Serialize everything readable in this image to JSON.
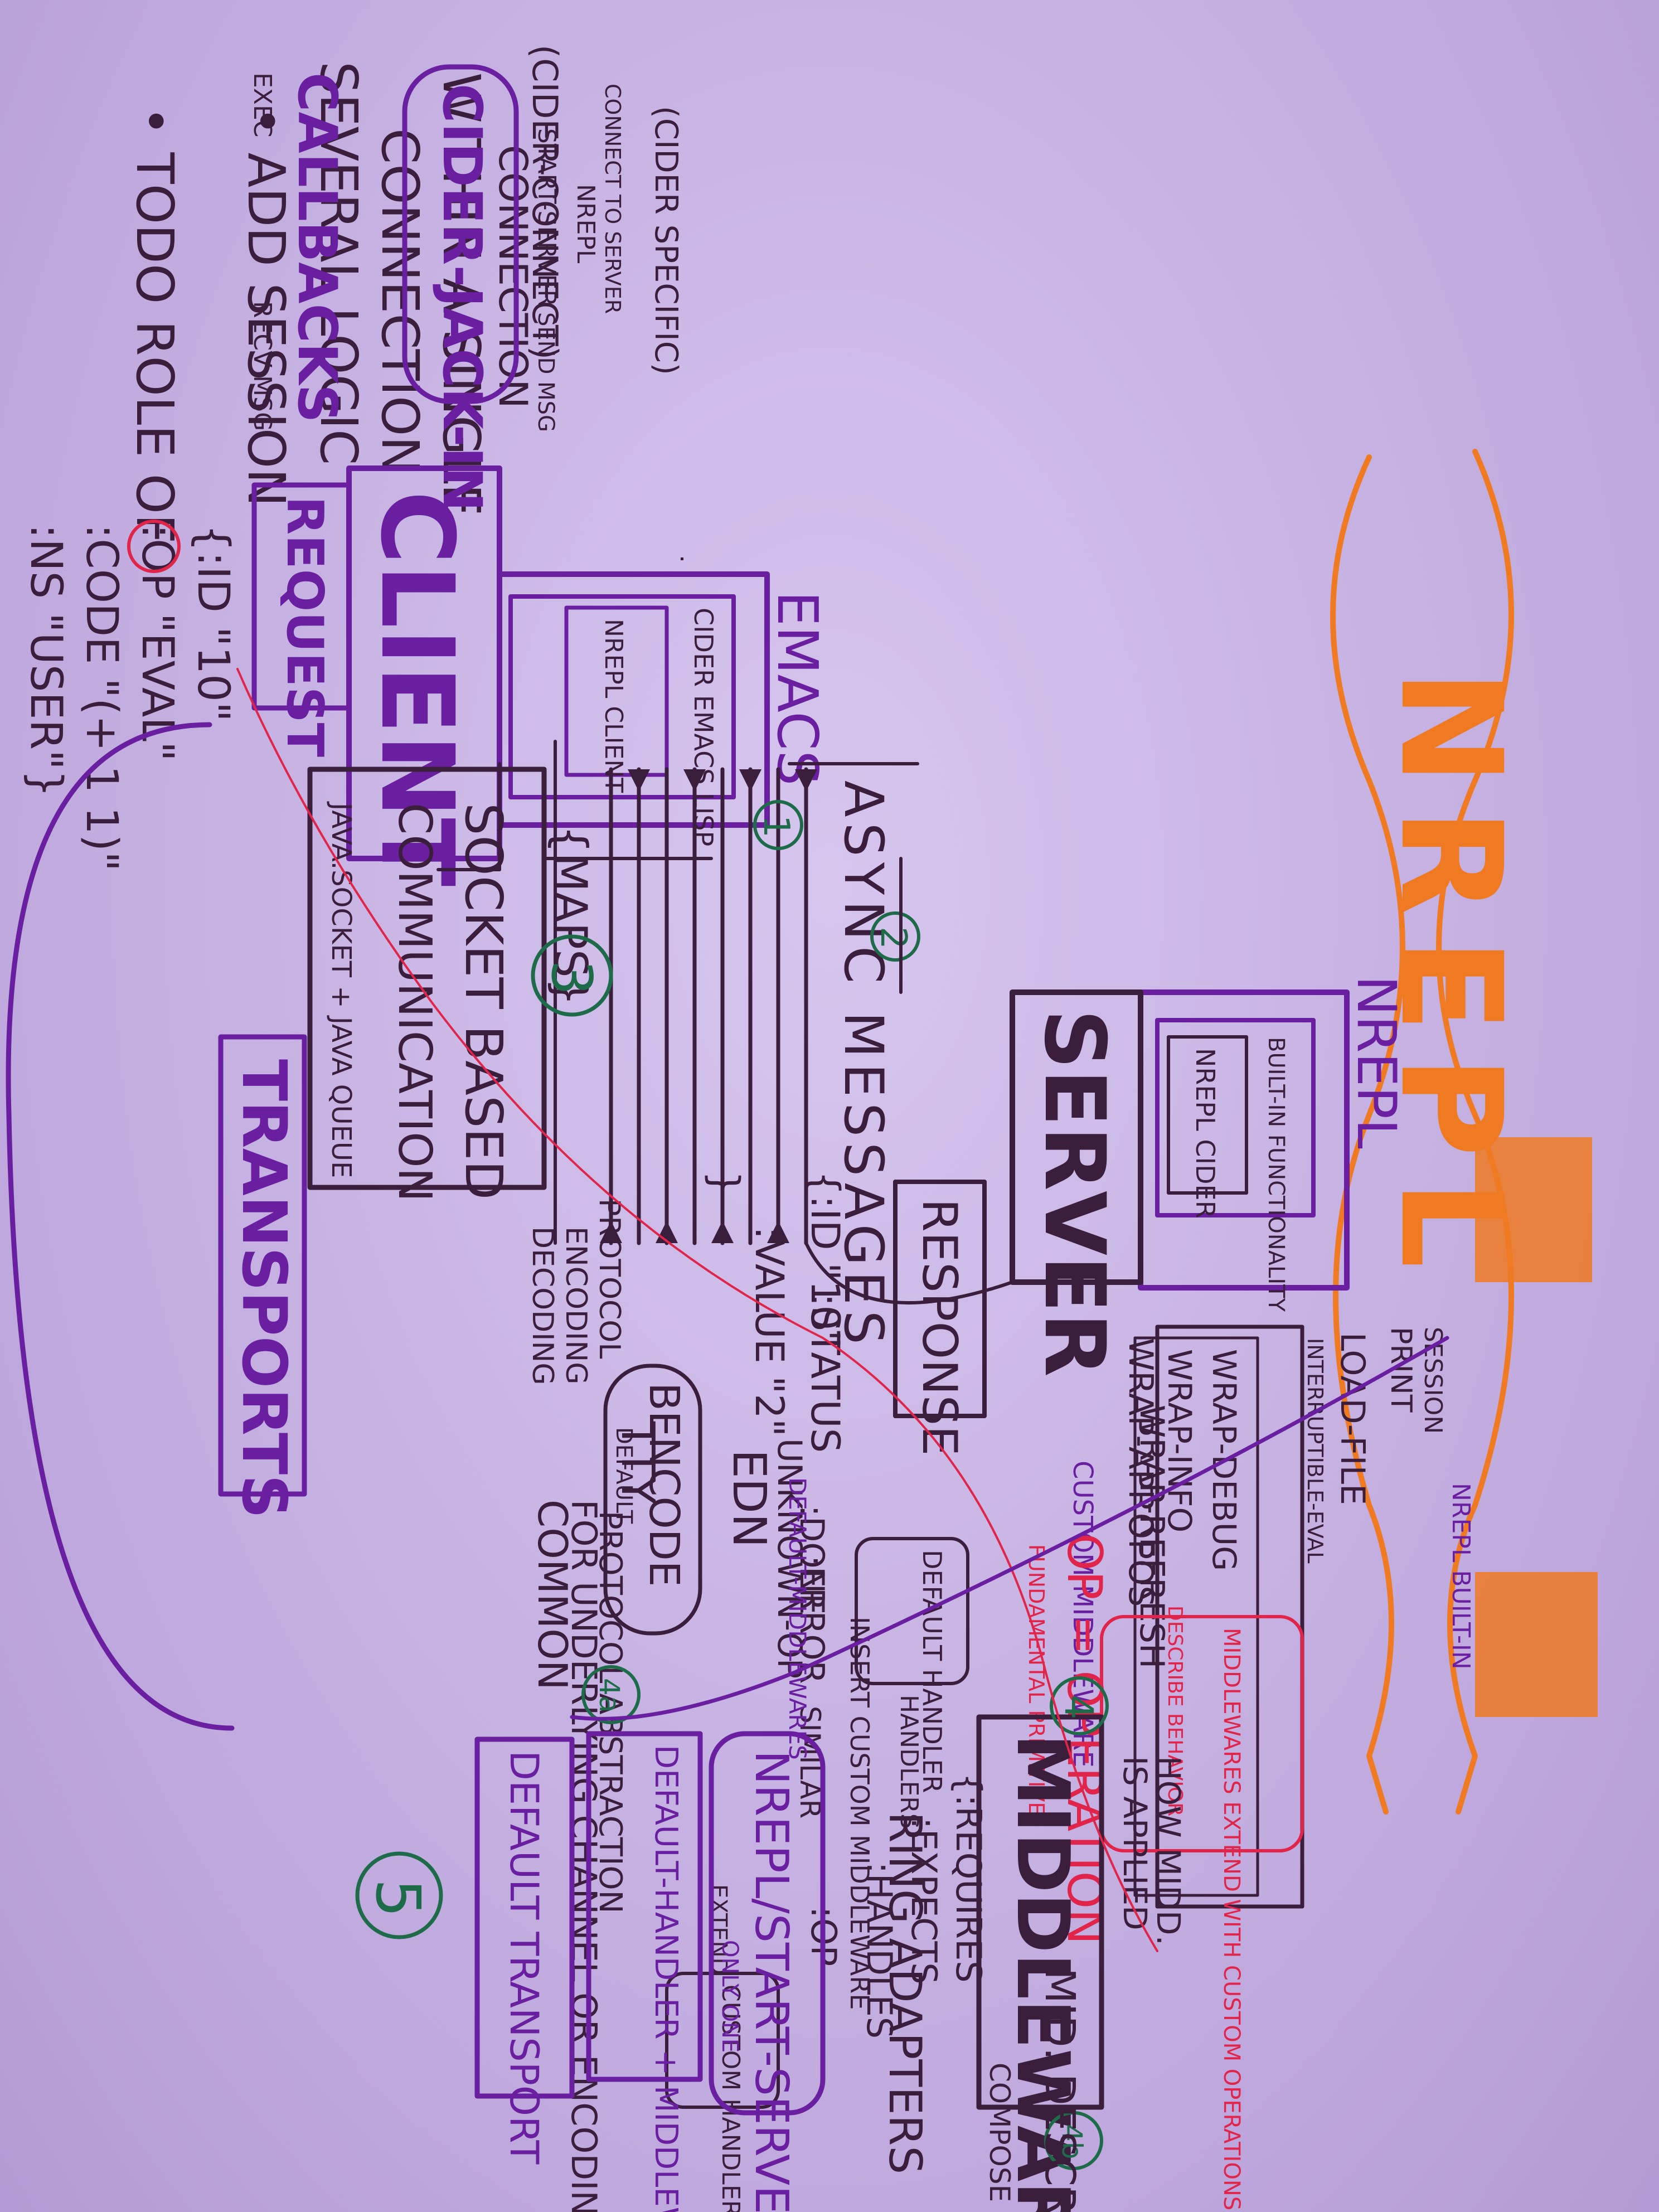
{
  "title": "NREPL",
  "colors": {
    "paper": "#cdbbe8",
    "ink_dark": "#3a1e3c",
    "ink_purple": "#6a1fa0",
    "ink_orange": "#f07a22",
    "ink_red": "#e0244a",
    "ink_green": "#1e6b4a"
  },
  "notes": {
    "todo": "• TODO ROLE OF",
    "todo2": "• ADD SESSION",
    "several_logic": "SEVERAL LOGIC",
    "connection": "CONNECTION",
    "within": "WITHIN A SINGLE",
    "connection2": "CONNECTION"
  },
  "emacs": {
    "label": "EMACS",
    "cider_connect": "(CIDER-CONNECT)",
    "connect_to_server": "CONNECT TO SERVER",
    "cider_specific": "(CIDER SPECIFIC)",
    "cider_jack_in": "CIDER-JACK-IN",
    "start_server": "START-SERVER",
    "nrepl": "NREPL",
    "callbacks": "CALLBACKS",
    "exec": "EXEC",
    "recv_msg": "RECV MSG",
    "send_msg": "SEND MSG",
    "cider_box": "CIDER EMACS LISP",
    "nrepl_client_box": "NREPL CLIENT",
    "client": "CLIENT"
  },
  "request": {
    "label": "REQUEST",
    "lines": [
      "{:ID \"10\"",
      ":OP \"EVAL\"",
      ":CODE \"(+ 1 1)\"",
      ":NS \"USER\"}"
    ]
  },
  "async": {
    "label": "ASYNC MESSAGES",
    "maps": "{MAPS}",
    "num1": "1",
    "num2": "2"
  },
  "socket": {
    "label1": "SOCKET BASED",
    "label2": "COMMUNICATION",
    "sub": "JAVA.SOCKET + JAVA QUEUE",
    "num": "3"
  },
  "transports": {
    "label": "TRANSPORTS",
    "common": "COMMON",
    "protocol": "PROTOCOL ABSTRACTION",
    "for_underlying": "FOR UNDERLYING CHANNEL OR ENCODING",
    "protocol_enc": "PROTOCOL",
    "encoding": "ENCODING",
    "decoding": "DECODING",
    "tty": "TTY",
    "bencode": "BENCODE",
    "default": "DEFAULT",
    "edn": "EDN",
    "similar": "SIMILAR",
    "ring": "RING ADAPTERS"
  },
  "server": {
    "label": "SERVER",
    "nrepl": "NREPL",
    "builtin": "BUILT-IN FUNCTIONALITY",
    "nrepl_cider": "NREPL CIDER"
  },
  "response": {
    "label": "RESPONSE",
    "lines": [
      "{:ID \"10\"",
      ":VALUE \"2\"",
      ":STATUS"
    ],
    "statuses": [
      "UNKNOWN-OP",
      ":DONE",
      ":ERROR"
    ],
    "close": "}"
  },
  "middleware": {
    "label": "MIDDLEWARE",
    "session": "SESSION",
    "print": "PRINT",
    "load_file": "LOAD-FILE",
    "interruptible": "INTERRUPTIBLE-EVAL",
    "wrap_debug": "WRAP-DEBUG",
    "wrap_info": "WRAP-INFO",
    "wrap_apropos": "WRAP-APROPOS",
    "wrap_refresh": "WRAP-REFRESH",
    "custom": "CUSTOM MIDDLEWARE",
    "nrepl_builtin": "NREPL BUILT-IN",
    "op_operation": "OP = OPERATION",
    "fundamental": "FUNDAMENTAL PRIMITIVE",
    "describe_behavior": "DESCRIBE BEHAVIOR",
    "middlewares_extend": "MIDDLEWARES EXTEND WITH CUSTOM OPERATIONS",
    "num4": "4",
    "num4a": "4a",
    "num4b": "4b",
    "how_mid": "HOW MIDD.",
    "is_applied": "IS APPLIED",
    "mid_descrip": "MID. DESCRIP",
    "requires": "{:REQUIRES",
    "expects": ":EXPECTS",
    "handles": ":HANDLES",
    "default_handler": "DEFAULT HANDLER",
    "handlers": "HANDLERS",
    "op": ":OP",
    "extend": "EXTEND",
    "custom_handler": "CUSTOM HANDLER",
    "compose": "COMPOSE"
  },
  "startup": {
    "default_middlewares": "DEFAULT-MIDDLEWARES",
    "start_server": "NREPL/START-SERVER",
    "default_handler": "DEFAULT-HANDLER + MIDDLEWARES",
    "only_one": "ONLY ONE",
    "default_transport": "DEFAULT TRANSPORT",
    "insert_custom": "INSERT CUSTOM MIDDLEWARE",
    "num5": "5"
  }
}
